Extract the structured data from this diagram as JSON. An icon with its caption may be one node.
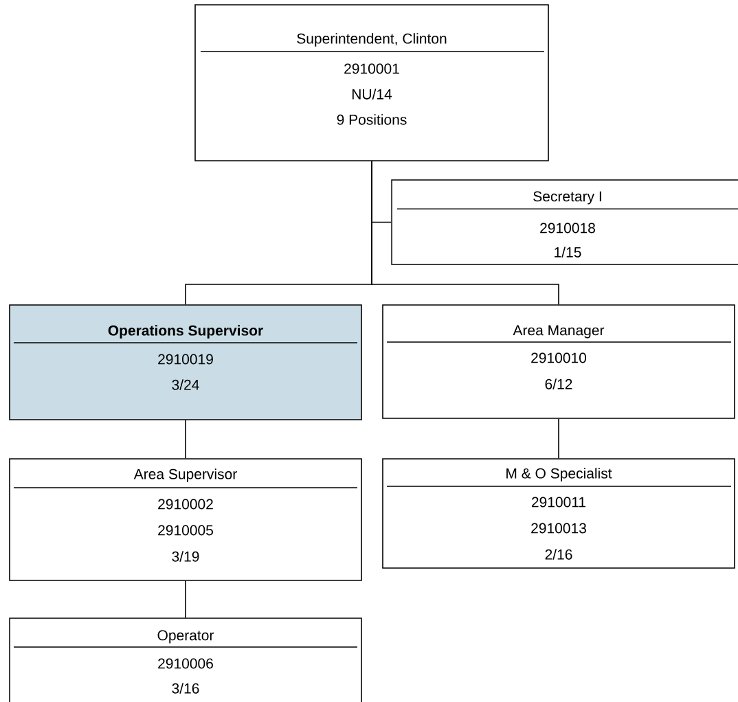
{
  "diagram": {
    "nodes": [
      {
        "text": [
          "Superintendent, Clinton",
          "2910001",
          "NU/14",
          "9 Positions"
        ]
      },
      {
        "text": [
          "Secretary I",
          "2910018",
          "1/15"
        ]
      },
      {
        "text": [
          "Operations Supervisor",
          "2910019",
          "3/24"
        ]
      },
      {
        "text": [
          "Area Manager",
          "2910010",
          "6/12"
        ]
      },
      {
        "text": [
          "Area Supervisor",
          "2910002",
          "2910005",
          "3/19"
        ]
      },
      {
        "text": [
          "M & O Specialist",
          "2910011",
          "2910013",
          "2/16"
        ]
      },
      {
        "text": [
          "Operator",
          "2910006",
          "3/16"
        ]
      }
    ],
    "edges": [
      {
        "from": 0,
        "to": 1,
        "arrow": "none"
      },
      {
        "from": 0,
        "to": 2,
        "arrow": "none"
      },
      {
        "from": 0,
        "to": 3,
        "arrow": "none"
      },
      {
        "from": 2,
        "to": 4,
        "arrow": "none"
      },
      {
        "from": 3,
        "to": 5,
        "arrow": "none"
      },
      {
        "from": 4,
        "to": 6,
        "arrow": "none"
      }
    ]
  }
}
